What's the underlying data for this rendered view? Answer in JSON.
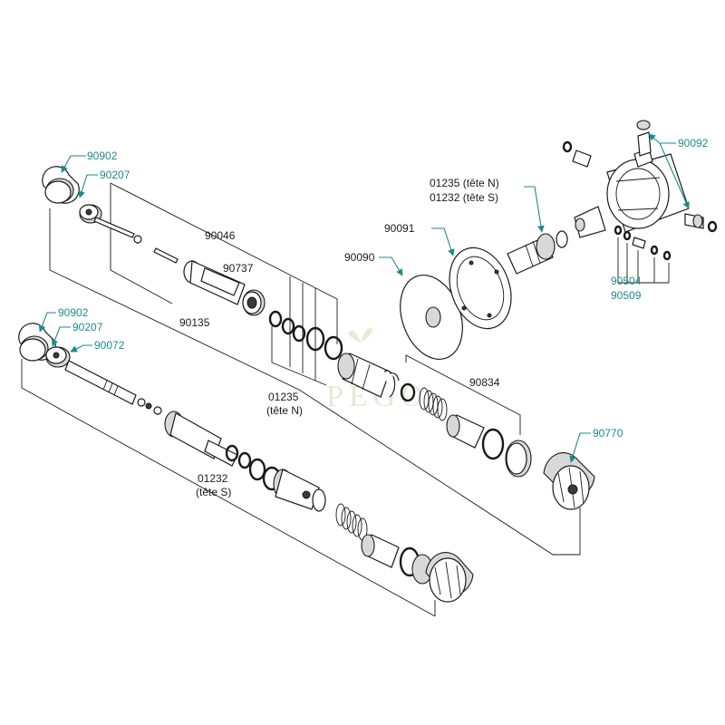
{
  "colors": {
    "callout": "#1e8a8a",
    "outline": "#1a1a1a",
    "watermark": "#e9e2cf",
    "background": "#ffffff"
  },
  "watermark": {
    "brand": "PEGO"
  },
  "callouts": {
    "c90902a": "90902",
    "c90207a": "90207",
    "c90046": "90046",
    "c90737": "90737",
    "c90135": "90135",
    "c01235a_1": "01235",
    "c01235a_2": "(tête N)",
    "c90902b": "90902",
    "c90207b": "90207",
    "c90072": "90072",
    "c01232a_1": "01232",
    "c01232a_2": "(tête S)",
    "c90092": "90092",
    "c01235b": "01235 (tête N)",
    "c01232b": "01232 (tête S)",
    "c90091": "90091",
    "c90090": "90090",
    "c90504": "90504",
    "c90509": "90509",
    "c90834": "90834",
    "c90770": "90770"
  }
}
